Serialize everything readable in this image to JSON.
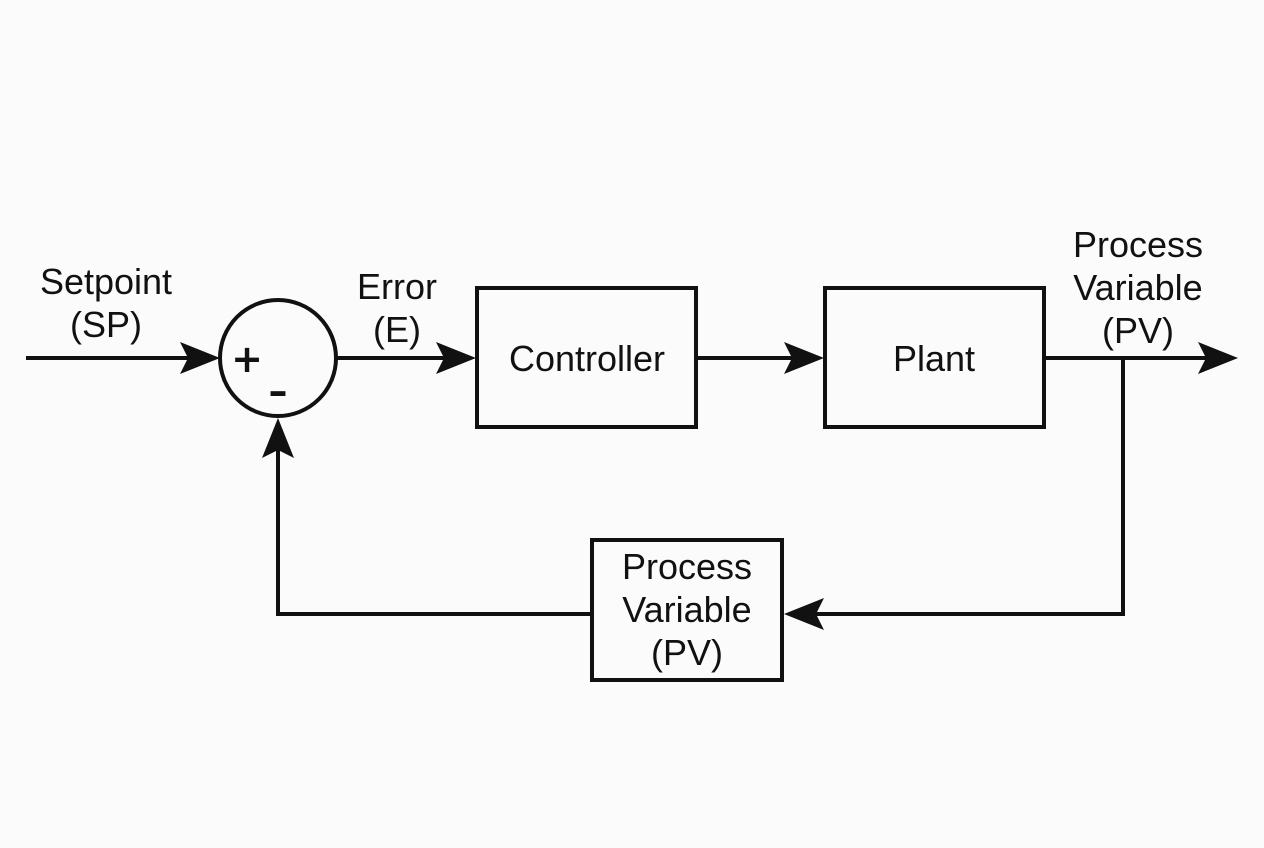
{
  "diagram": {
    "input_label": {
      "line1": "Setpoint",
      "line2": "(SP)"
    },
    "error_label": {
      "line1": "Error",
      "line2": "(E)"
    },
    "summing_junction": {
      "plus_sign": "+",
      "minus_sign": "–"
    },
    "blocks": {
      "controller": "Controller",
      "plant": "Plant",
      "feedback": {
        "line1": "Process",
        "line2": "Variable",
        "line3": "(PV)"
      }
    },
    "output_label": {
      "line1": "Process",
      "line2": "Variable",
      "line3": "(PV)"
    },
    "colors": {
      "ink": "#111111",
      "background": "#fbfbfb"
    }
  }
}
